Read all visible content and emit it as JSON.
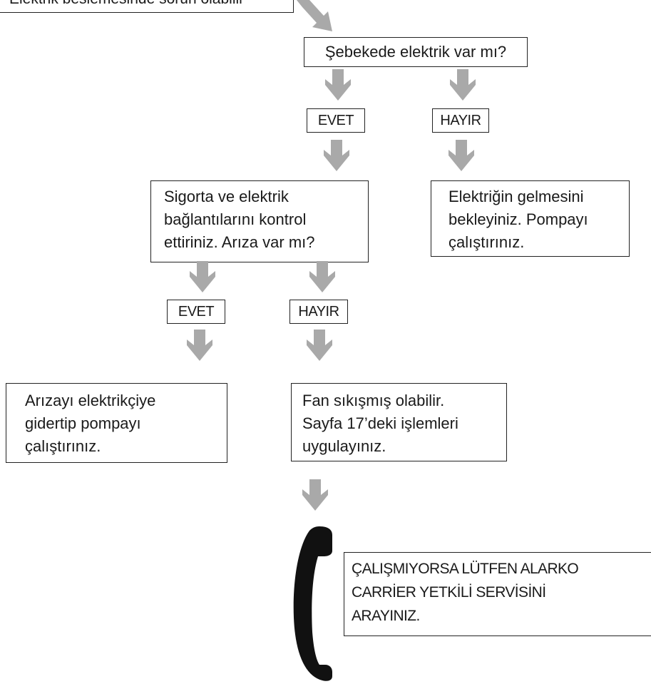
{
  "nodes": {
    "top_partial": "Elektrik beslemesinde sorun olabilir",
    "q_power": "Şebekede elektrik var mı?",
    "yes_1": "EVET",
    "no_1": "HAYIR",
    "check_fuse": "Sigorta ve elektrik\nbağlantılarını kontrol\nettiriniz. Arıza var mı?",
    "wait_power": "Elektriğin gelmesini\nbekleyiniz. Pompayı\nçalıştırınız.",
    "yes_2": "EVET",
    "no_2": "HAYIR",
    "electrician": "Arızayı elektrikçiye\ngidertip pompayı\nçalıştırınız.",
    "fan_stuck": "Fan sıkışmış olabilir.\nSayfa 17’deki işlemleri\nuygulayınız.",
    "service": "ÇALIŞMIYORSA LÜTFEN ALARKO\nCARRİER YETKİLİ SERVİSİNİ\nARAYINIZ."
  },
  "colors": {
    "arrow": "#a9a9a9",
    "border": "#222222",
    "phone": "#111111"
  },
  "icons": {
    "arrow": "down-arrow-icon",
    "diag_arrow": "diagonal-arrow-icon",
    "phone": "phone-handset-icon"
  }
}
